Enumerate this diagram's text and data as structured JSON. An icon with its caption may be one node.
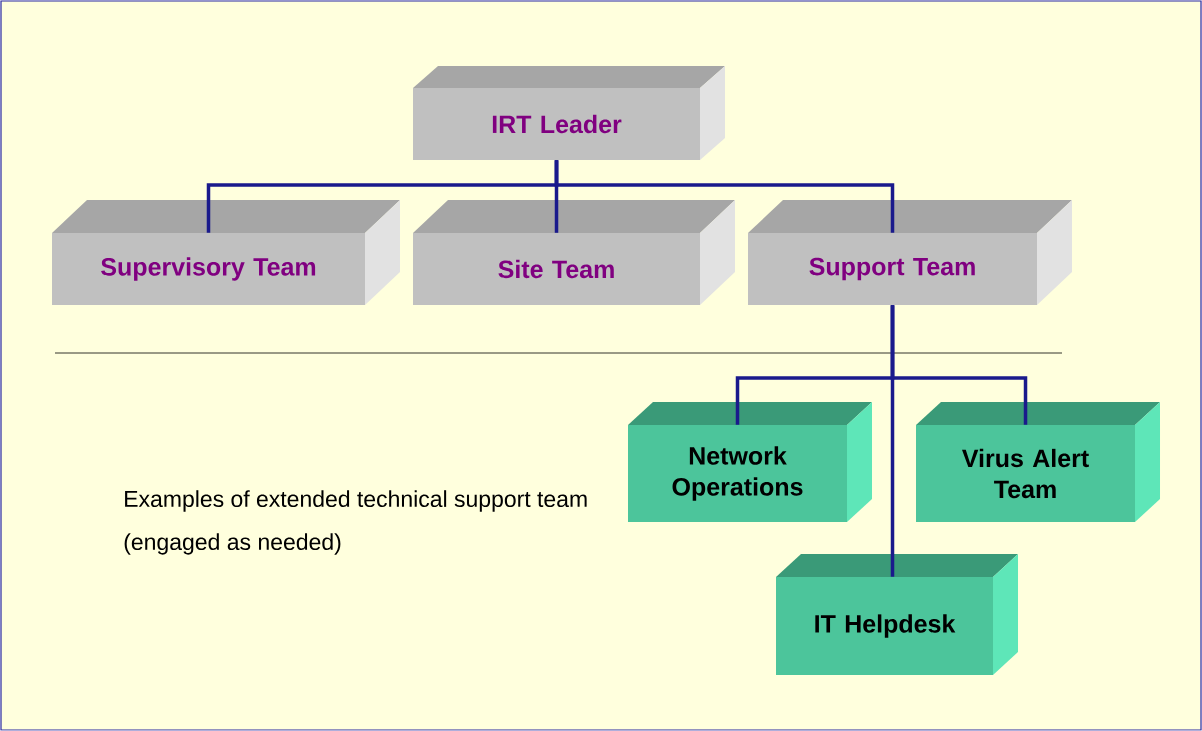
{
  "diagram": {
    "nodes": [
      {
        "text": [
          "IRT Leader"
        ]
      },
      {
        "text": [
          "Supervisory Team"
        ]
      },
      {
        "text": [
          "Site Team"
        ]
      },
      {
        "text": [
          "Support Team"
        ]
      },
      {
        "text": [
          "Network Operations"
        ]
      },
      {
        "text": [
          "Virus Alert Team"
        ]
      },
      {
        "text": [
          "IT Helpdesk"
        ]
      }
    ],
    "edges": [
      {
        "from": 0,
        "to": 1,
        "arrow": "none"
      },
      {
        "from": 0,
        "to": 2,
        "arrow": "none"
      },
      {
        "from": 0,
        "to": 3,
        "arrow": "none"
      },
      {
        "from": 3,
        "to": 4,
        "arrow": "none"
      },
      {
        "from": 3,
        "to": 5,
        "arrow": "none"
      },
      {
        "from": 3,
        "to": 6,
        "arrow": "none"
      }
    ],
    "labels": [
      "Examples of extended technical support team (engaged as needed)"
    ]
  }
}
